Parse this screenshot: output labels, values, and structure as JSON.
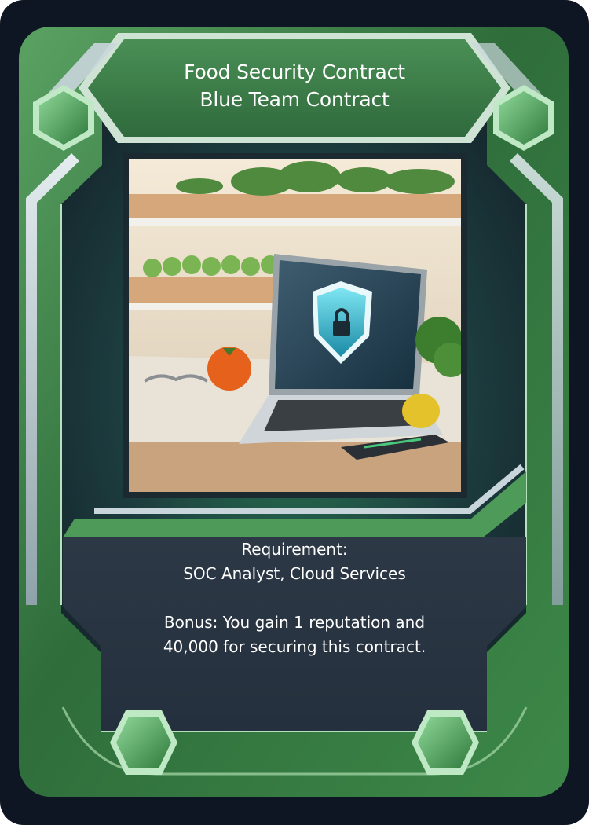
{
  "card": {
    "title": "Food Security Contract",
    "subtitle": "Blue Team Contract",
    "image_alt": "Laptop with shield and padlock on a kitchen counter with fruit and vegetables",
    "requirement_label": "Requirement:",
    "requirement_value": "SOC Analyst, Cloud Services",
    "bonus_line_1": "Bonus: You gain 1 reputation and",
    "bonus_line_2": "40,000 for securing this contract.",
    "colors": {
      "outer_frame": "#0f1623",
      "green_frame": "#3f8a4a",
      "inner_panel": "#27323f",
      "gem": "#5fb86f",
      "trim": "#b9c8cf"
    }
  }
}
